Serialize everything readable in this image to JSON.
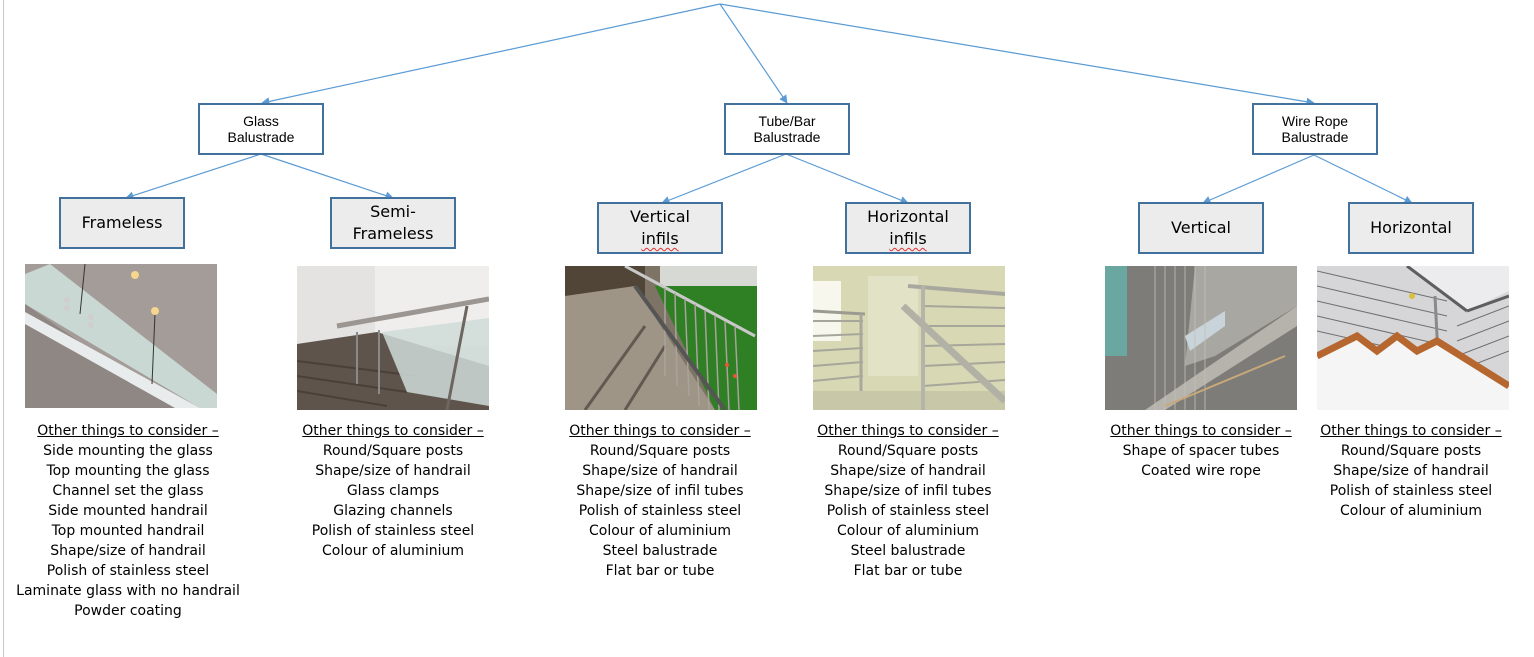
{
  "diagram": {
    "title": "Balustrade types",
    "line_color": "#5b9bd5",
    "box_border_color": "#41719c",
    "level2_fill": "#ececec",
    "categories": [
      {
        "label_line1": "Glass",
        "label_line2": "Balustrade",
        "children": [
          {
            "label_line1": "Frameless",
            "label_line2": "",
            "photo": "Frameless glass balustrade with side-mounted standoff fixings under ceiling lights",
            "notes_heading": "Other things to consider –",
            "notes": [
              "Side mounting the glass",
              "Top mounting the glass",
              "Channel set the glass",
              "Side mounted handrail",
              "Top mounted handrail",
              "Shape/size of handrail",
              "Polish of stainless steel",
              "Laminate glass with no handrail",
              "Powder coating"
            ]
          },
          {
            "label_line1": "Semi-",
            "label_line2": "Frameless",
            "photo": "Semi-frameless glass balustrade on carpeted staircase with stainless handrail",
            "notes_heading": "Other things to consider –",
            "notes": [
              "Round/Square posts",
              "Shape/size of handrail",
              "Glass clamps",
              "Glazing channels",
              "Polish of stainless steel",
              "Colour of aluminium"
            ]
          }
        ]
      },
      {
        "label_line1": "Tube/Bar",
        "label_line2": "Balustrade",
        "children": [
          {
            "label_line1": "Vertical",
            "label_line2": "infils",
            "photo": "Stainless steel vertical infill balustrade on terrace beside lawn",
            "notes_heading": "Other things to consider –",
            "notes": [
              "Round/Square posts",
              "Shape/size of handrail",
              "Shape/size of infil tubes",
              "Polish of stainless steel",
              "Colour of aluminium",
              "Steel balustrade",
              "Flat bar or tube"
            ]
          },
          {
            "label_line1": "Horizontal",
            "label_line2": "infils",
            "photo": "Horizontal tube infill balustrade on interior stair landing",
            "notes_heading": "Other things to consider –",
            "notes": [
              "Round/Square posts",
              "Shape/size of handrail",
              "Shape/size of infil tubes",
              "Polish of stainless steel",
              "Colour of aluminium",
              "Steel balustrade",
              "Flat bar or tube"
            ]
          }
        ]
      },
      {
        "label_line1": "Wire Rope",
        "label_line2": "Balustrade",
        "children": [
          {
            "label_line1": "Vertical",
            "label_line2": "",
            "photo": "Vertical wire rope balustrade on concrete mezzanine",
            "notes_heading": "Other things to consider –",
            "notes": [
              "Shape of spacer tubes",
              "Coated wire rope"
            ]
          },
          {
            "label_line1": "Horizontal",
            "label_line2": "",
            "photo": "Horizontal wire rope balustrade along timber-edged staircase",
            "notes_heading": "Other things to consider –",
            "notes": [
              "Round/Square posts",
              "Shape/size of handrail",
              "Polish of stainless steel",
              "Colour of aluminium"
            ]
          }
        ]
      }
    ]
  }
}
